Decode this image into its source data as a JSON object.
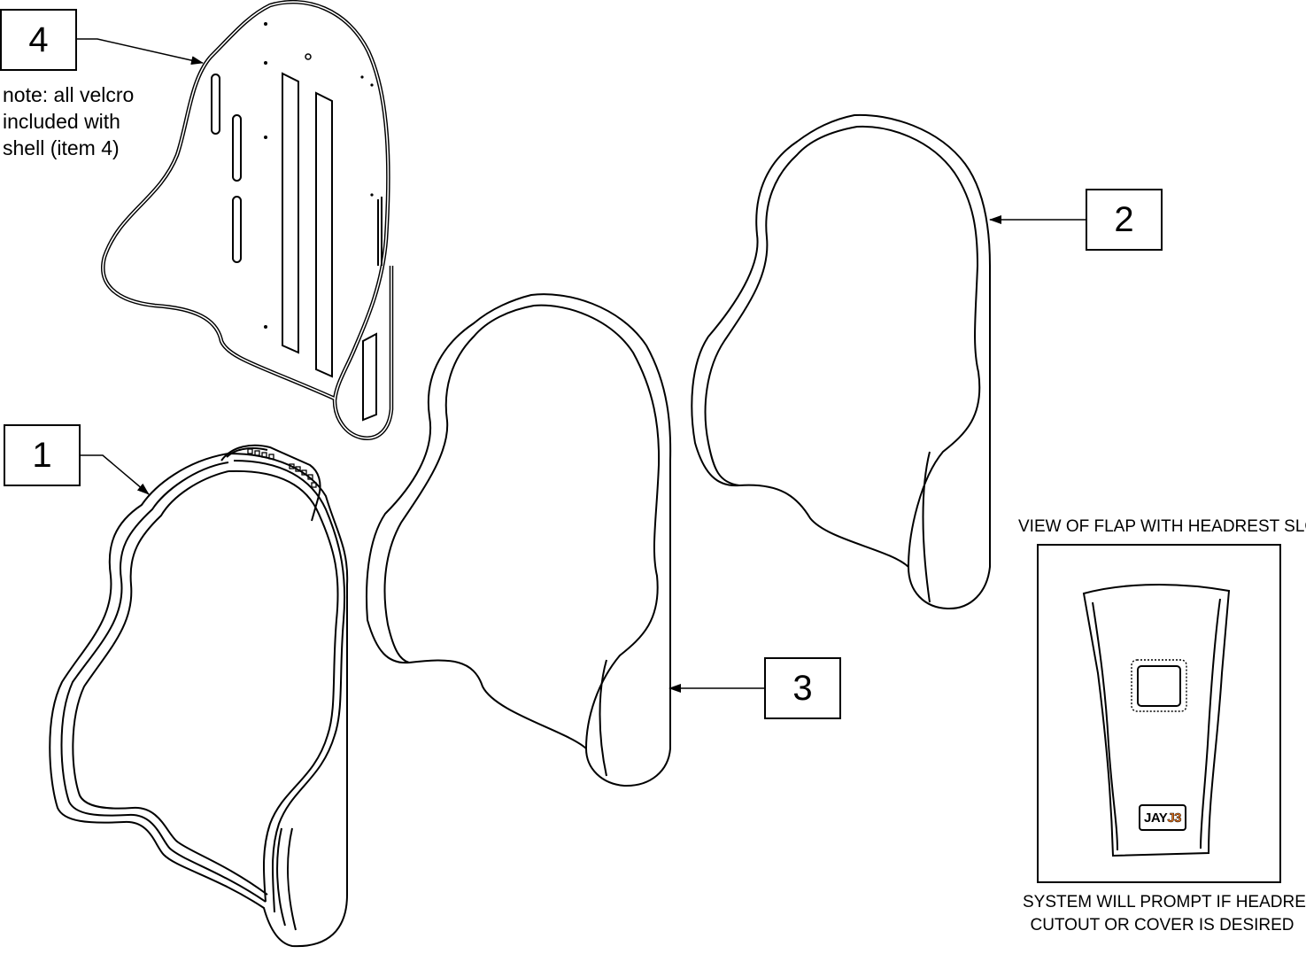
{
  "callouts": {
    "item4": "4",
    "item1": "1",
    "item2": "2",
    "item3": "3"
  },
  "note": {
    "line1": "note: all velcro",
    "line2": "included with",
    "line3": "shell (item 4)"
  },
  "flap_view": {
    "title": "VIEW OF FLAP WITH HEADREST SLOT",
    "logo_text": "JAY",
    "logo_number": "J3",
    "logo_accent_color": "#e8731a"
  },
  "footer": {
    "line1": "SYSTEM WILL PROMPT IF HEADREST",
    "line2": "CUTOUT OR COVER IS DESIRED"
  }
}
